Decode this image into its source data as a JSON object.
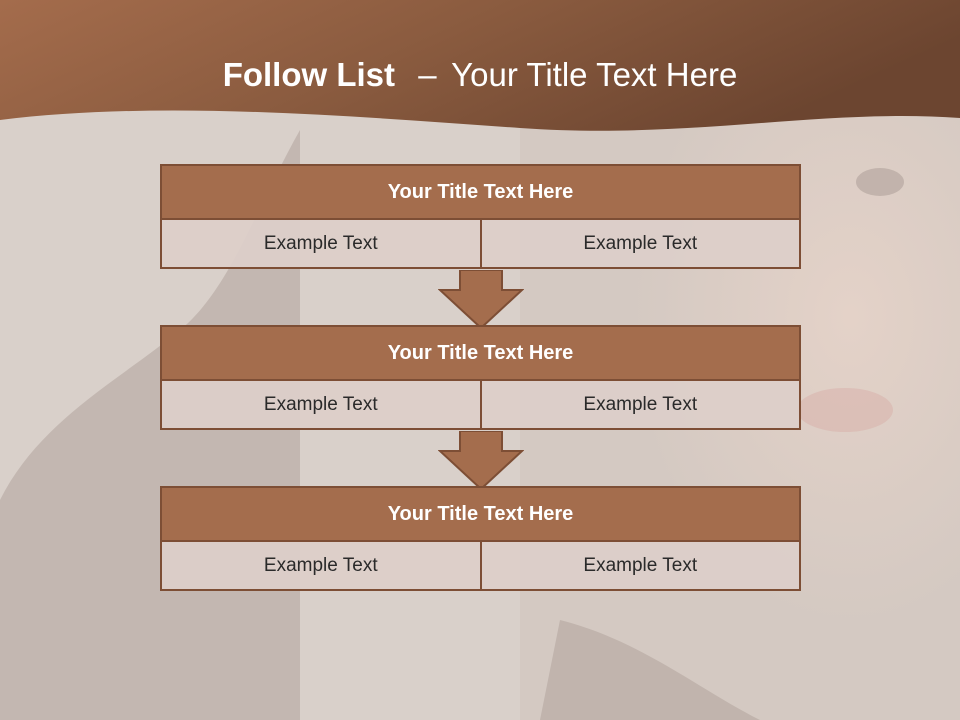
{
  "slide": {
    "title_bold": "Follow List",
    "title_dash": "–",
    "title_rest": "Your Title Text Here"
  },
  "steps": [
    {
      "title": "Your Title Text Here",
      "left": "Example Text",
      "right": "Example Text"
    },
    {
      "title": "Your Title Text Here",
      "left": "Example Text",
      "right": "Example Text"
    },
    {
      "title": "Your Title Text Here",
      "left": "Example Text",
      "right": "Example Text"
    }
  ],
  "colors": {
    "header_band": "#8a5a3e",
    "step_header": "#a46d4d",
    "step_border": "#7d4e35",
    "step_cell": "#ddcfc9",
    "arrow": "#a46d4d"
  }
}
